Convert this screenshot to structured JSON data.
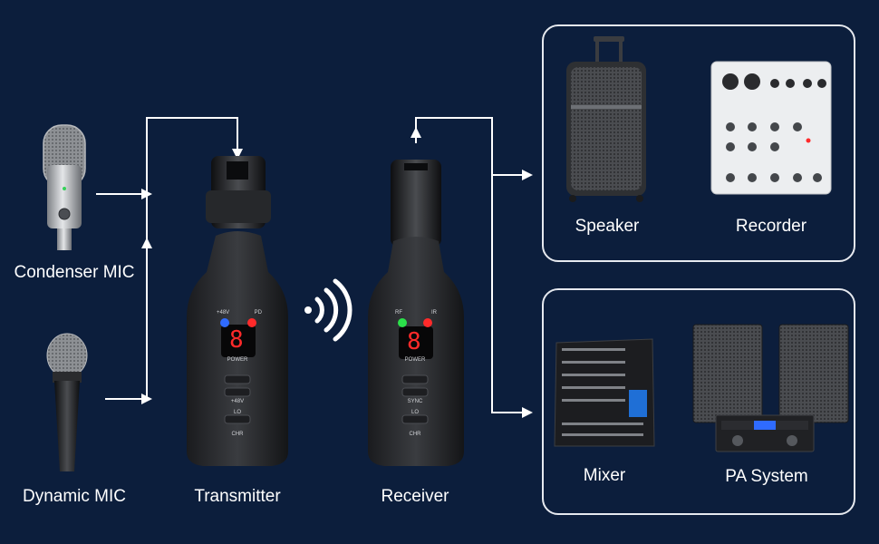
{
  "sources": {
    "condenser_label": "Condenser MIC",
    "dynamic_label": "Dynamic MIC"
  },
  "devices": {
    "transmitter_label": "Transmitter",
    "receiver_label": "Receiver",
    "transmitter_leds": [
      "+48V",
      "PD"
    ],
    "receiver_leds": [
      "RF",
      "IR"
    ],
    "display_digit": "8",
    "transmitter_buttons": [
      "POWER",
      "+48V",
      "LO",
      "CHR"
    ],
    "receiver_buttons": [
      "POWER",
      "SYNC",
      "LO",
      "CHR"
    ]
  },
  "outputs_top": {
    "speaker_label": "Speaker",
    "recorder_label": "Recorder"
  },
  "outputs_bottom": {
    "mixer_label": "Mixer",
    "pa_label": "PA System"
  },
  "colors": {
    "background": "#0c1e3c",
    "line": "#ffffff",
    "led_blue": "#2f6bff",
    "led_red": "#ff2a2a",
    "led_green": "#2be04a",
    "digit_red": "#ff2a2a"
  }
}
